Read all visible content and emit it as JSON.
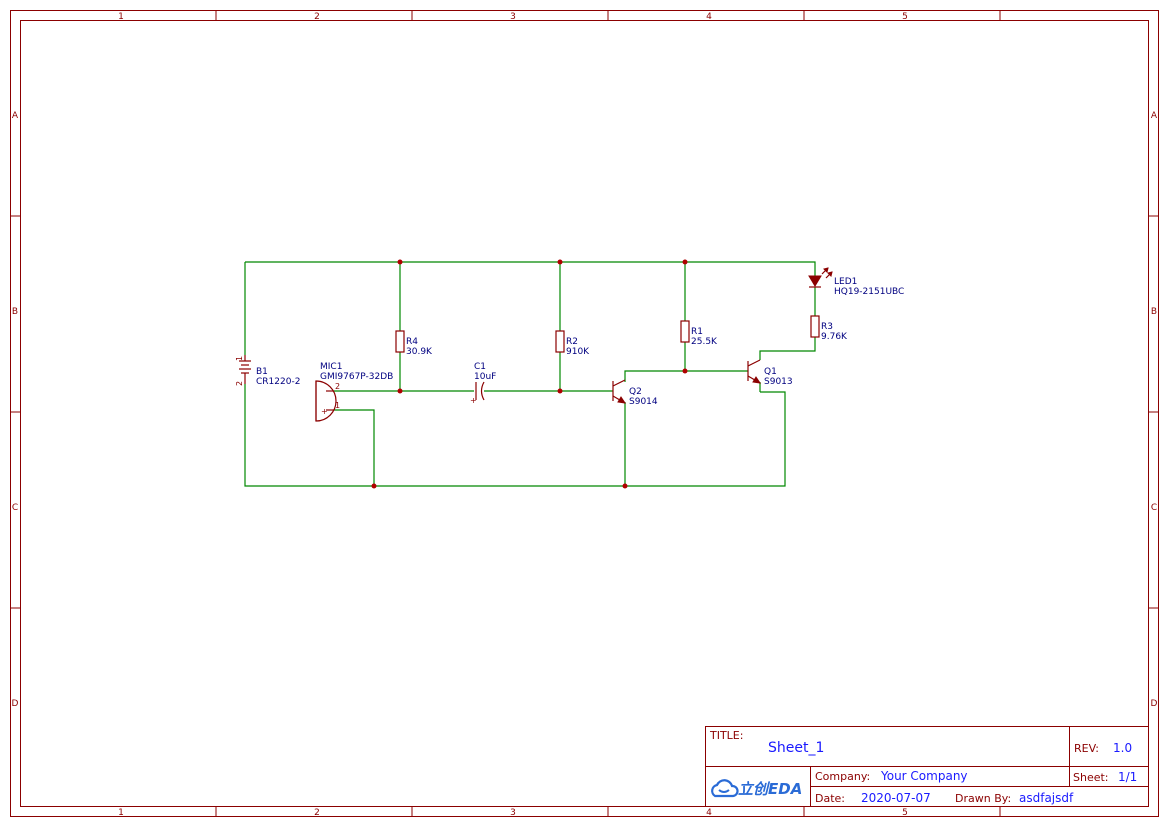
{
  "frame": {
    "columns": [
      "1",
      "2",
      "3",
      "4",
      "5"
    ],
    "rows": [
      "A",
      "B",
      "C",
      "D"
    ]
  },
  "components": {
    "B1": {
      "ref": "B1",
      "value": "CR1220-2",
      "pin1": "1",
      "pin2": "2"
    },
    "MIC1": {
      "ref": "MIC1",
      "value": "GMI9767P-32DB",
      "pin1": "1",
      "pin2": "2",
      "plus": "+"
    },
    "R4": {
      "ref": "R4",
      "value": "30.9K"
    },
    "C1": {
      "ref": "C1",
      "value": "10uF",
      "plus": "+"
    },
    "R2": {
      "ref": "R2",
      "value": "910K"
    },
    "Q2": {
      "ref": "Q2",
      "value": "S9014"
    },
    "R1": {
      "ref": "R1",
      "value": "25.5K"
    },
    "Q1": {
      "ref": "Q1",
      "value": "S9013"
    },
    "LED1": {
      "ref": "LED1",
      "value": "HQ19-2151UBC"
    },
    "R3": {
      "ref": "R3",
      "value": "9.76K"
    }
  },
  "title_block": {
    "title_label": "TITLE:",
    "title_value": "Sheet_1",
    "rev_label": "REV:",
    "rev_value": "1.0",
    "company_label": "Company:",
    "company_value": "Your Company",
    "sheet_label": "Sheet:",
    "sheet_value": "1/1",
    "date_label": "Date:",
    "date_value": "2020-07-07",
    "drawn_label": "Drawn By:",
    "drawn_value": "asdfajsdf",
    "logo_text": "立创EDA",
    "logo_icon": "cloud-icon"
  },
  "colors": {
    "frame": "#8b0000",
    "wire": "#008800",
    "component": "#8b0000",
    "ref_text": "#000080",
    "title_text": "#1a1aff",
    "logo": "#2a6bd6"
  }
}
